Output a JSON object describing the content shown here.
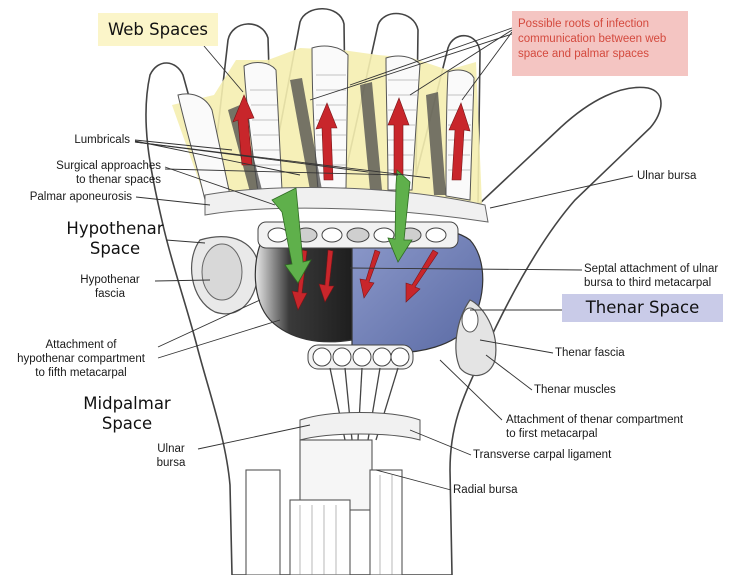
{
  "labels": {
    "web_spaces": "Web Spaces",
    "possible_roots": "Possible roots of infection communication between web space and palmar spaces",
    "lumbricals": "Lumbricals",
    "surgical_approaches": "Surgical approaches\nto thenar spaces",
    "palmar_aponeurosis": "Palmar aponeurosis",
    "ulnar_bursa_top": "Ulnar bursa",
    "hypothenar_space": "Hypothenar\nSpace",
    "hypothenar_fascia": "Hypothenar\nfascia",
    "septal_attachment": "Septal attachment of ulnar\nbursa to third metacarpal",
    "thenar_space": "Thenar Space",
    "attachment_hypothenar": "Attachment of\nhypothenar compartment\nto fifth metacarpal",
    "thenar_fascia": "Thenar fascia",
    "thenar_muscles": "Thenar muscles",
    "midpalmar_space": "Midpalmar\nSpace",
    "attachment_thenar": "Attachment of thenar compartment\nto first metacarpal",
    "ulnar_bursa_bottom": "Ulnar\nbursa",
    "transverse_carpal": "Transverse carpal ligament",
    "radial_bursa": "Radial bursa"
  },
  "colors": {
    "web_space_fill": "#f5eeb0",
    "thenar_space_fill": "#6f7fb4",
    "midpalmar_space_fill": "#2b2b2b",
    "infection_arrow": "#c8262b",
    "approach_arrow": "#5fb04b",
    "roots_text": "#d44a3e",
    "roots_box": "#f4c5c2",
    "thenar_box": "#c9cbe8",
    "web_box": "#fbf5c9"
  }
}
